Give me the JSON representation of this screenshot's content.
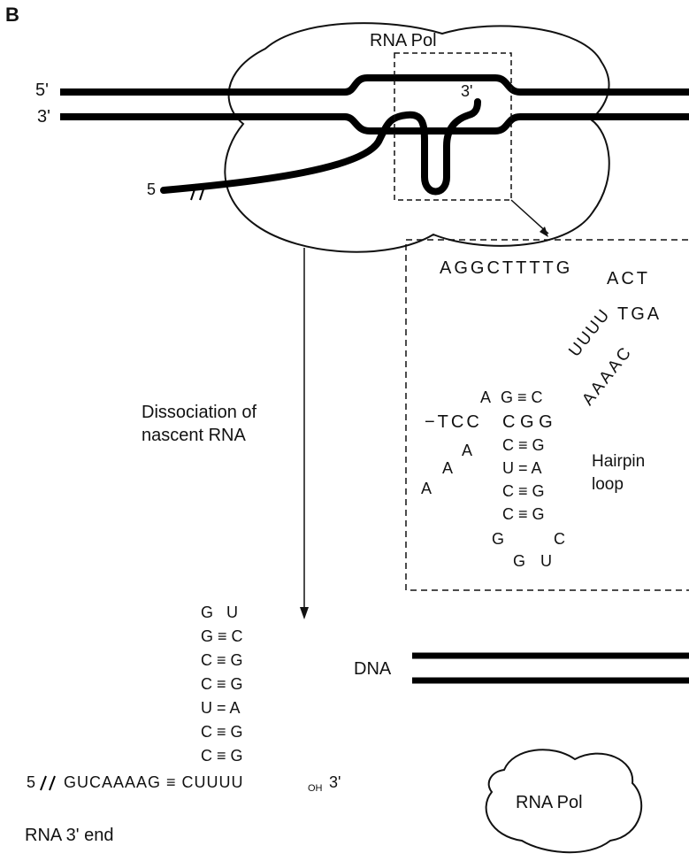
{
  "panel_label": "B",
  "rna_pol_top": "RNA Pol",
  "strand_5prime": "5'",
  "strand_3prime": "3'",
  "rna_3prime": "3'",
  "nascent_5": "5",
  "zoom": {
    "top_seq": "AGGCTTTTG",
    "act": "ACT",
    "tga": "TGA",
    "diag_top": "UUUU",
    "diag_bottom": "AAAAC",
    "stem_lead": "−TCC",
    "loop_A1": "A",
    "loop_A2": "A",
    "loop_A3": "A",
    "loop_A4": "A",
    "row1": "G ≡ C",
    "row2": "C G G",
    "row3": "C ≡ G",
    "row4": "U = A",
    "row5": "C ≡ G",
    "row6": "C ≡ G",
    "row7_left": "G",
    "row7_right": "C",
    "row8": "G U",
    "hairpin_label_1": "Hairpin",
    "hairpin_label_2": "loop"
  },
  "arrow_label_1": "Dissociation of",
  "arrow_label_2": "nascent RNA",
  "rna_stem": [
    "G   U",
    "G ≡ C",
    "C ≡ G",
    "C ≡ G",
    "U = A",
    "C ≡ G",
    "C ≡ G"
  ],
  "rna_seq_5": "5",
  "rna_seq_main": "GUCAAAAG ≡ CUUUU",
  "rna_seq_oh": "OH",
  "rna_seq_3": "3'",
  "rna_end_label": "RNA 3' end",
  "dna_label": "DNA",
  "rna_pol_bottom": "RNA Pol"
}
